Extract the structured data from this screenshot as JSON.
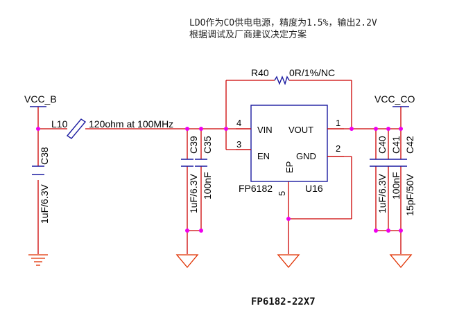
{
  "notes": {
    "line1": "LDO作为CO供电电源，精度为1.5%，输出2.2V",
    "line2": "根据调试及厂商建议决定方案"
  },
  "nets": {
    "input": "VCC_B",
    "output": "VCC_CO"
  },
  "components": {
    "L10": {
      "ref": "L10",
      "value": "120ohm at 100MHz"
    },
    "R40": {
      "ref": "R40",
      "value": "0R/1%/NC"
    },
    "C38": {
      "ref": "C38",
      "value": "1uF/6.3V"
    },
    "C39": {
      "ref": "C39",
      "value": "1uF/6.3V"
    },
    "C35": {
      "ref": "C35",
      "value": "100nF"
    },
    "C40": {
      "ref": "C40",
      "value": "1uF/6.3V"
    },
    "C41": {
      "ref": "C41",
      "value": "100nF"
    },
    "C42": {
      "ref": "C42",
      "value": "15pF/50V"
    },
    "U16": {
      "ref": "U16",
      "part": "FP6182",
      "pins": {
        "vin": {
          "name": "VIN",
          "num": "4"
        },
        "en": {
          "name": "EN",
          "num": "3"
        },
        "vout": {
          "name": "VOUT",
          "num": "1"
        },
        "gnd": {
          "name": "GND",
          "num": "2"
        },
        "ep": {
          "name": "EP",
          "num": "5"
        }
      }
    }
  },
  "footer": "FP6182-22X7",
  "colors": {
    "wire": "#cc0000",
    "component": "#1a1aa0",
    "ground": "#e03000",
    "junction": "#ee00ee"
  }
}
